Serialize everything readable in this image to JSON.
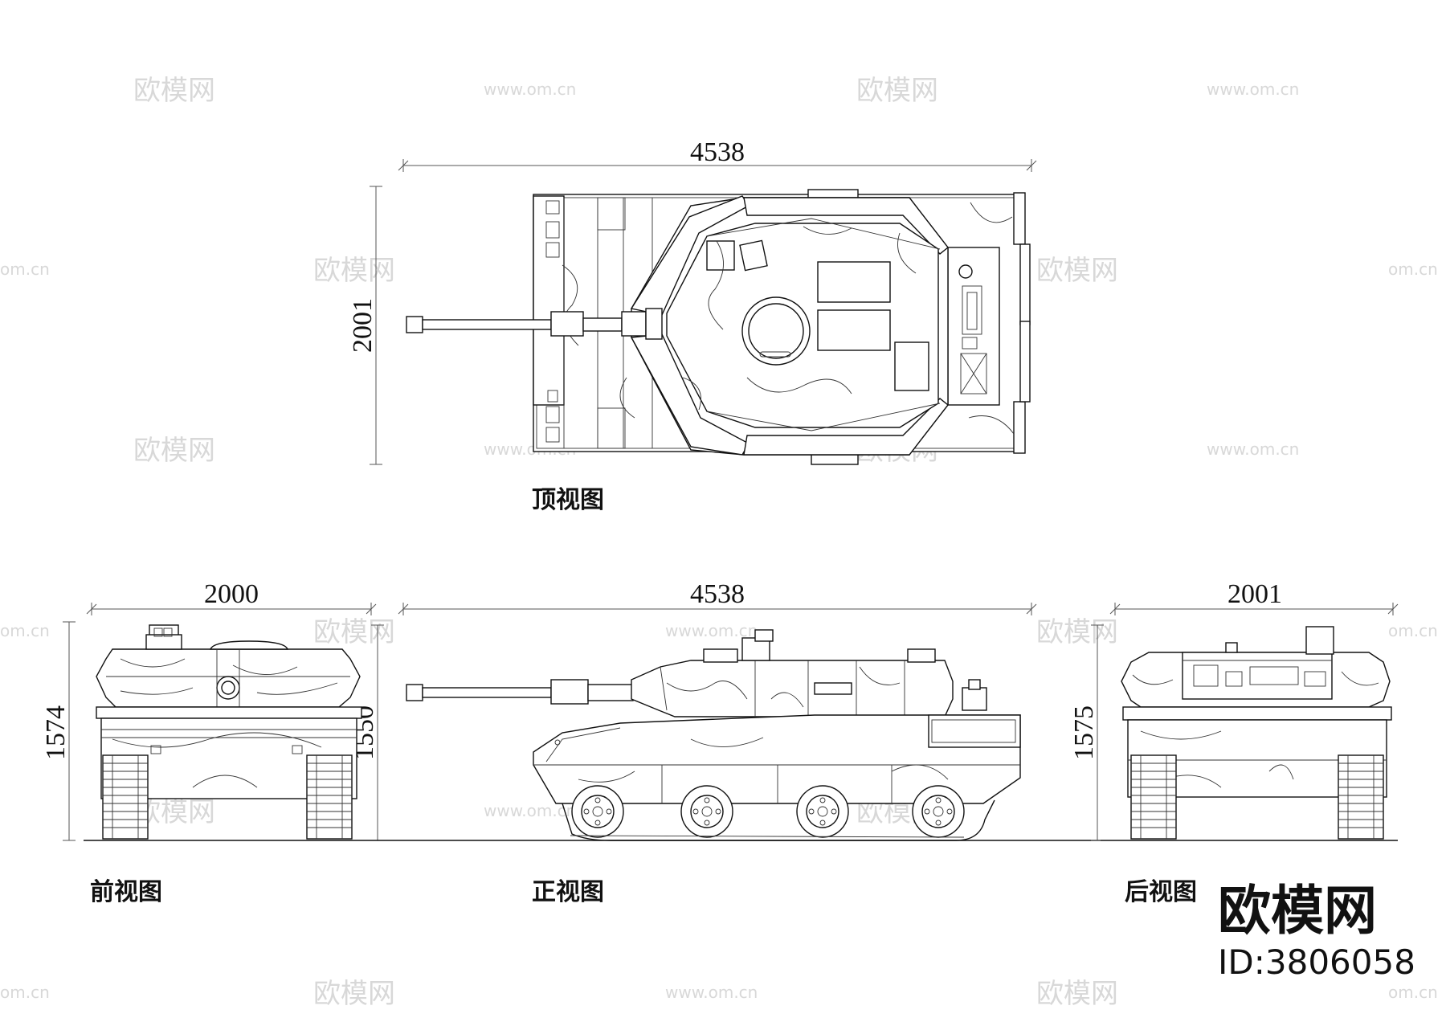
{
  "views": {
    "top": {
      "label": "顶视图",
      "length": "4538",
      "width": "2001"
    },
    "front": {
      "label": "前视图",
      "width": "2000",
      "height": "1574",
      "height_inner": "1550"
    },
    "side": {
      "label": "正视图",
      "length": "4538"
    },
    "rear": {
      "label": "后视图",
      "width": "2001",
      "height": "1575"
    }
  },
  "brand": {
    "name": "欧模网",
    "id": "ID:3806058"
  },
  "watermark": {
    "logo": "欧模网",
    "url": "www.om.cn",
    "url_short": "om.cn"
  }
}
